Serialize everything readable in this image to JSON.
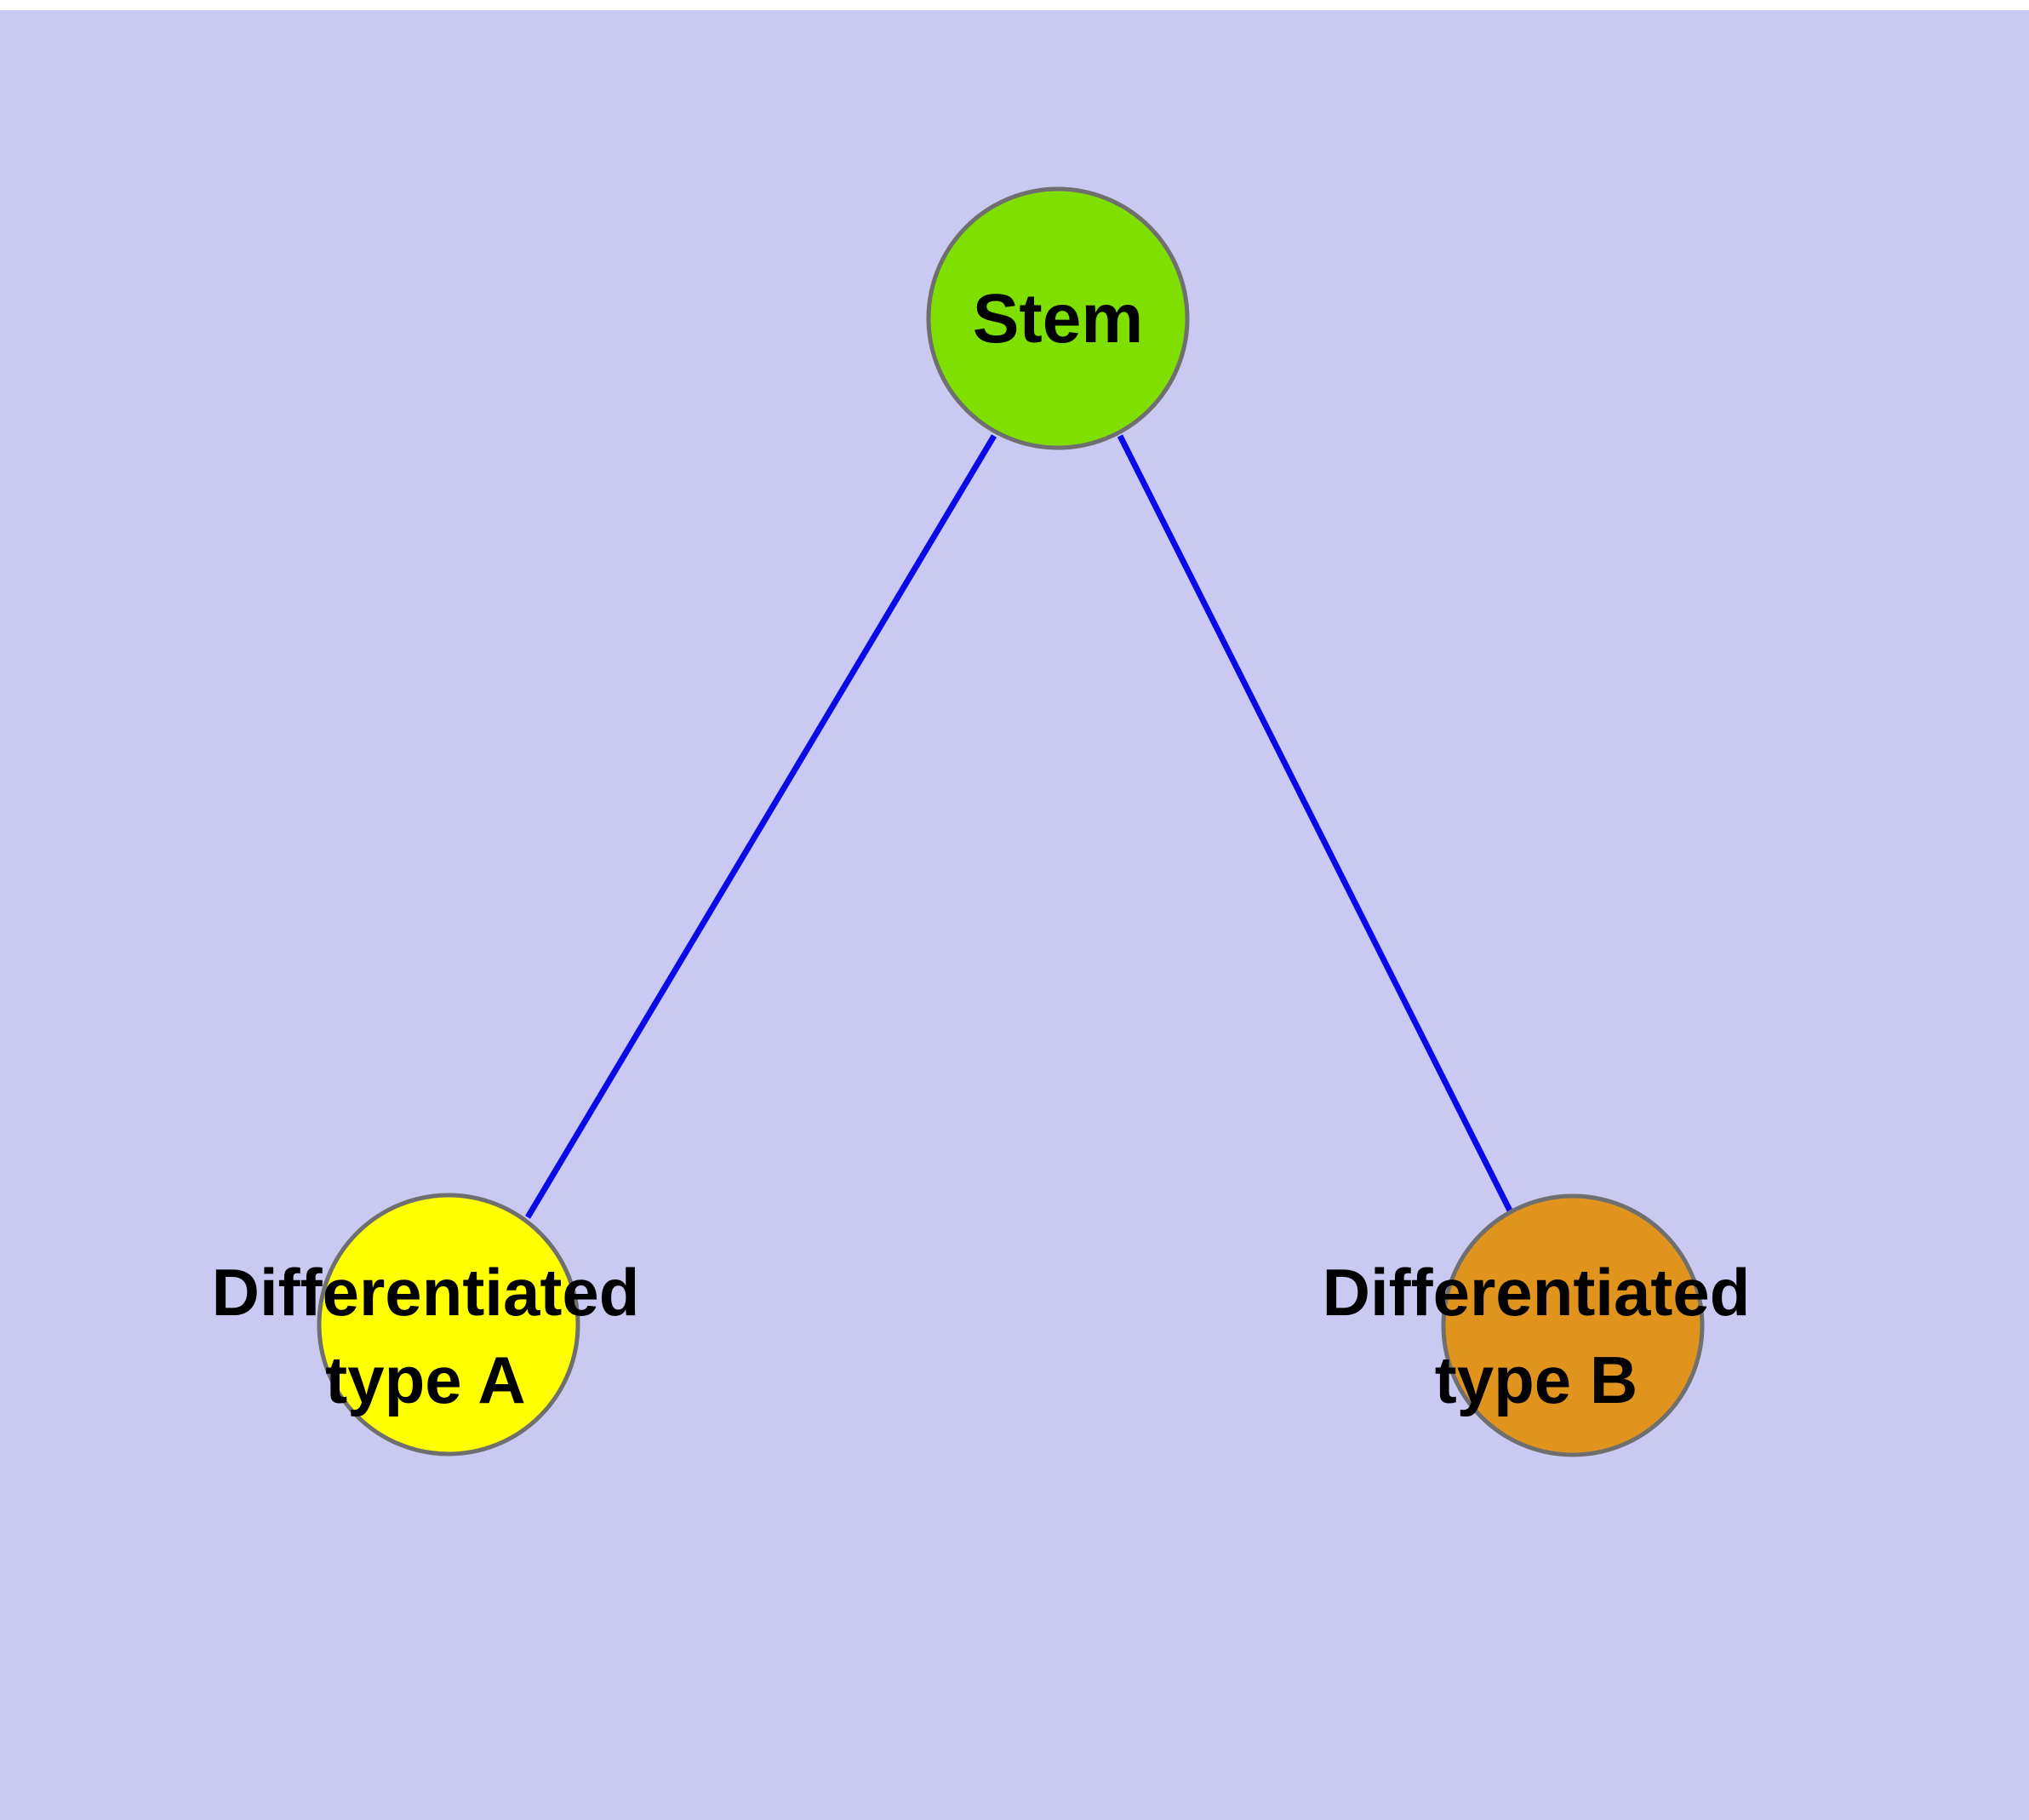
{
  "diagram": {
    "type": "graph",
    "background_color": "#c9c9f1",
    "edge_color": "#0a0ae6",
    "node_border_color": "#6f6f6f",
    "nodes": [
      {
        "id": "stem",
        "label": "Stem",
        "label_line1": "Stem",
        "label_line2": "",
        "color": "#7fe000"
      },
      {
        "id": "type_a",
        "label": "Differentiated type A",
        "label_line1": "Differentiated",
        "label_line2": "type A",
        "color": "#ffff00"
      },
      {
        "id": "type_b",
        "label": "Differentiated type B",
        "label_line1": "Differentiated",
        "label_line2": "type B",
        "color": "#e0941e"
      }
    ],
    "edges": [
      {
        "from": "Stem",
        "to": "Differentiated type A"
      },
      {
        "from": "Stem",
        "to": "Differentiated type B"
      }
    ]
  }
}
